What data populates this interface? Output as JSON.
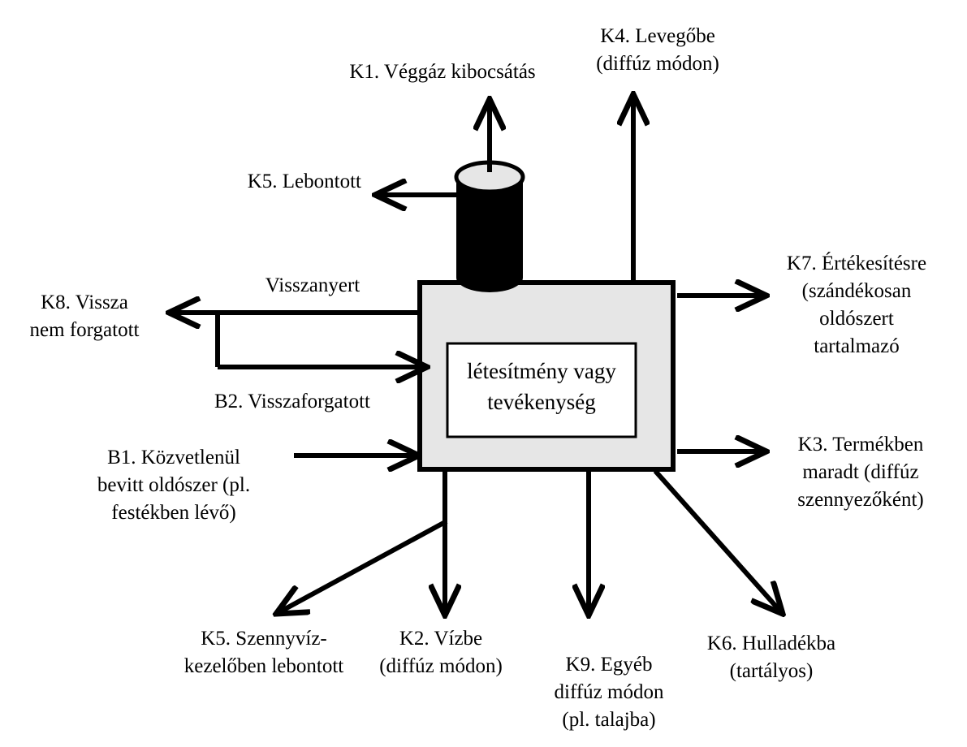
{
  "colors": {
    "line": "#000000",
    "box_fill": "#e6e6e6",
    "inner_fill": "#ffffff",
    "cylinder_top": "#e6e6e6"
  },
  "center": {
    "line1": "létesítmény vagy",
    "line2": "tevékenység"
  },
  "labels": {
    "k1": "K1. Véggáz kibocsátás",
    "k4_line1": "K4. Levegőbe",
    "k4_line2": "(diffúz módon)",
    "k5_top": "K5. Lebontott",
    "k7_line1": "K7. Értékesítésre",
    "k7_line2": "(szándékosan",
    "k7_line3": "oldószert",
    "k7_line4": "tartalmazó",
    "visszanyert": "Visszanyert",
    "k8_line1": "K8. Vissza",
    "k8_line2": "nem forgatott",
    "b2": "B2. Visszaforgatott",
    "b1_line1": "B1. Közvetlenül",
    "b1_line2": "bevitt oldószer (pl.",
    "b1_line3": "festékben lévő)",
    "k3_line1": "K3. Termékben",
    "k3_line2": "maradt (diffúz",
    "k3_line3": "szennyezőként)",
    "k5_bottom_line1": "K5. Szennyvíz-",
    "k5_bottom_line2": "kezelőben lebontott",
    "k2_line1": "K2. Vízbe",
    "k2_line2": "(diffúz módon)",
    "k9_line1": "K9. Egyéb",
    "k9_line2": "diffúz módon",
    "k9_line3": "(pl. talajba)",
    "k6_line1": "K6. Hulladékba",
    "k6_line2": "(tartályos)"
  }
}
